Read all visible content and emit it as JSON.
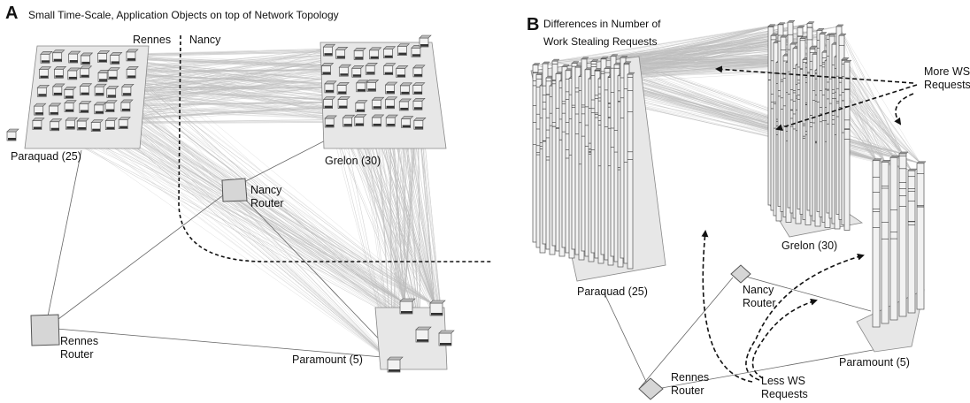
{
  "colors": {
    "link_line": "#bdbdbd",
    "cluster_plane": "#e7e7e7",
    "object_face": "#f2f2f2",
    "object_edge": "#555555",
    "router_fill": "#d6d6d6",
    "annotation": "#111111"
  },
  "panel_a": {
    "letter": "A",
    "title": "Small Time-Scale, Application Objects on top of Network Topology",
    "site_labels": {
      "rennes": "Rennes",
      "nancy": "Nancy"
    },
    "clusters": [
      {
        "name": "Paraquad (25)"
      },
      {
        "name": "Grelon (30)"
      },
      {
        "name": "Paramount (5)"
      }
    ],
    "routers": [
      {
        "name": "Nancy",
        "sub": "Router"
      },
      {
        "name": "Rennes",
        "sub": "Router"
      }
    ]
  },
  "panel_b": {
    "letter": "B",
    "title_line1": "Differences in Number of",
    "title_line2": "Work Stealing Requests",
    "more_label_line1": "More WS",
    "more_label_line2": "Requests",
    "less_label_line1": "Less WS",
    "less_label_line2": "Requests",
    "clusters": [
      {
        "name": "Paraquad (25)"
      },
      {
        "name": "Grelon (30)"
      },
      {
        "name": "Paramount (5)"
      }
    ],
    "routers": [
      {
        "name": "Nancy",
        "sub": "Router"
      },
      {
        "name": "Rennes",
        "sub": "Router"
      }
    ]
  }
}
